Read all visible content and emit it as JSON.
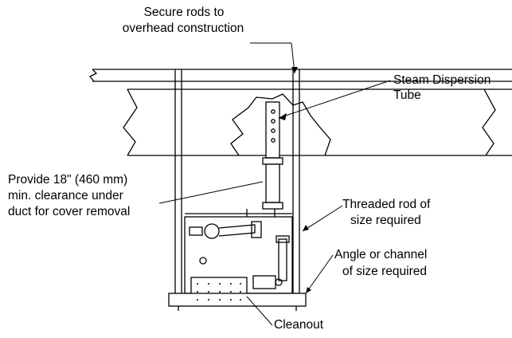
{
  "labels": {
    "secure_rods_line1": "Secure rods to",
    "secure_rods_line2": "overhead construction",
    "steam_tube_line1": "Steam Dispersion",
    "steam_tube_line2": "Tube",
    "clearance_line1": "Provide 18\" (460 mm)",
    "clearance_line2": "min. clearance under",
    "clearance_line3": "duct for cover removal",
    "threaded_rod_line1": "Threaded rod of",
    "threaded_rod_line2": "size required",
    "angle_line1": "Angle or channel",
    "angle_line2": "of size required",
    "cleanout": "Cleanout"
  }
}
